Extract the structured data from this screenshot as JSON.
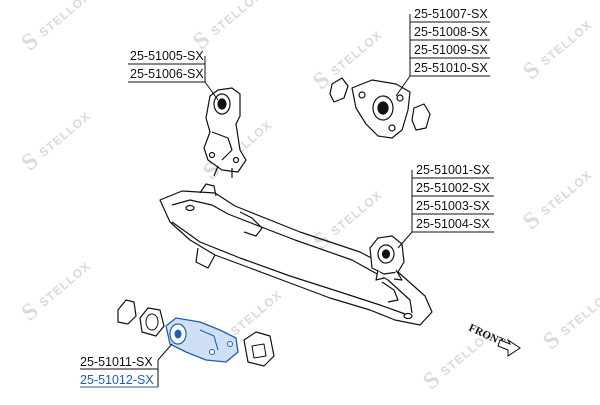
{
  "labels": {
    "group_upper_left": [
      "25-51005-SX",
      "25-51006-SX"
    ],
    "group_upper_right": [
      "25-51007-SX",
      "25-51008-SX",
      "25-51009-SX",
      "25-51010-SX"
    ],
    "group_mid_right": [
      "25-51001-SX",
      "25-51002-SX",
      "25-51003-SX",
      "25-51004-SX"
    ],
    "group_lower_left": [
      "25-51011-SX",
      "25-51012-SX"
    ]
  },
  "front_label": "FRONT",
  "watermark": {
    "brand": "STELLOX",
    "letter": "S",
    "color": "#d9d9d9"
  },
  "colors": {
    "line": "#111111",
    "highlight": "#1f5fb0",
    "highlight_fill": "#cfe0f5"
  }
}
